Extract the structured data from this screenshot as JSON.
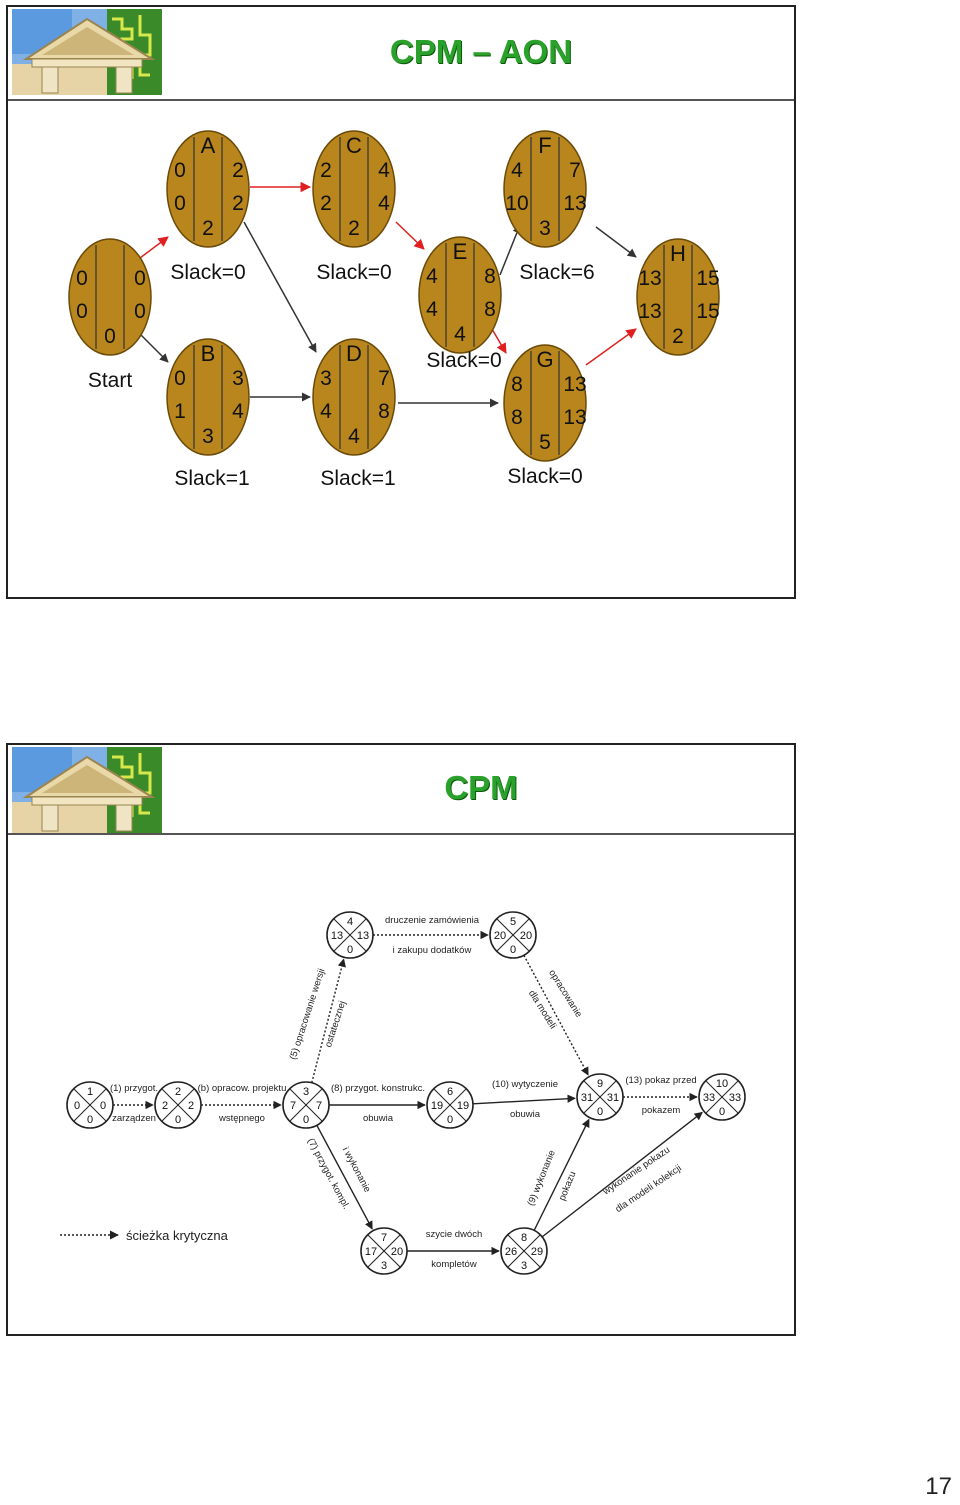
{
  "slide1": {
    "title": "CPM – AON",
    "start": {
      "tl": "0",
      "tr": "0",
      "ml": "0",
      "mr": "0",
      "b": "0",
      "label": "Start"
    },
    "nodes": {
      "A": {
        "name": "A",
        "tl": "0",
        "tr": "2",
        "ml": "0",
        "mr": "2",
        "b": "2",
        "slack": "Slack=0"
      },
      "B": {
        "name": "B",
        "tl": "0",
        "tr": "3",
        "ml": "1",
        "mr": "4",
        "b": "3",
        "slack": "Slack=1"
      },
      "C": {
        "name": "C",
        "tl": "2",
        "tr": "4",
        "ml": "2",
        "mr": "4",
        "b": "2",
        "slack": "Slack=0"
      },
      "D": {
        "name": "D",
        "tl": "3",
        "tr": "7",
        "ml": "4",
        "mr": "8",
        "b": "4",
        "slack": "Slack=1"
      },
      "E": {
        "name": "E",
        "tl": "4",
        "tr": "8",
        "ml": "4",
        "mr": "8",
        "b": "4",
        "slack": "Slack=0"
      },
      "F": {
        "name": "F",
        "tl": "4",
        "tr": "7",
        "ml": "10",
        "mr": "13",
        "b": "3",
        "slack": "Slack=6"
      },
      "G": {
        "name": "G",
        "tl": "8",
        "tr": "13",
        "ml": "8",
        "mr": "13",
        "b": "5",
        "slack": "Slack=0"
      },
      "H": {
        "name": "H",
        "tl": "13",
        "tr": "15",
        "ml": "13",
        "mr": "15",
        "b": "2",
        "slack": ""
      }
    }
  },
  "slide2": {
    "title": "CPM",
    "legend": "ścieżka krytyczna",
    "events": {
      "n1": {
        "num": "1",
        "l": "0",
        "r": "0",
        "b": "0"
      },
      "n2": {
        "num": "2",
        "l": "2",
        "r": "2",
        "b": "0"
      },
      "n3": {
        "num": "3",
        "l": "7",
        "r": "7",
        "b": "0"
      },
      "n4": {
        "num": "4",
        "l": "13",
        "r": "13",
        "b": "0"
      },
      "n5": {
        "num": "5",
        "l": "20",
        "r": "20",
        "b": "0"
      },
      "n6": {
        "num": "6",
        "l": "19",
        "r": "19",
        "b": "0"
      },
      "n7": {
        "num": "7",
        "l": "17",
        "r": "20",
        "b": "3"
      },
      "n8": {
        "num": "8",
        "l": "26",
        "r": "29",
        "b": "3"
      },
      "n9": {
        "num": "9",
        "l": "31",
        "r": "31",
        "b": "0"
      },
      "n10": {
        "num": "10",
        "l": "33",
        "r": "33",
        "b": "0"
      }
    },
    "labels": {
      "a12_top": "(1) przygot.",
      "a12_bot": "zarządzen",
      "a23_top": "(b) opracow. projektu",
      "a23_bot": "wstępnego",
      "a34_top": "(5) opracowanie wersji",
      "a34_bot": "ostatecznej",
      "a45_top": "druczenie zamówienia",
      "a45_bot": "i zakupu dodatków",
      "a36_top": "(8) przygot. konstrukc.",
      "a36_bot": "obuwia",
      "a69_top": "(10) wytyczenie",
      "a69_bot": "obuwia",
      "a59_top": "opracowanie",
      "a59_bot": "dla modeli",
      "a910_top": "(13) pokaz przed",
      "a910_bot": "pokazem",
      "a37_top": "(7) przygot. kompl.",
      "a37_bot": "i wykonanie",
      "a78_top": "szycie dwóch",
      "a78_bot": "kompletów",
      "a89_top": "(9) wykonanie",
      "a89_bot": "pokazu",
      "a810_top": "wykonanie pokazu",
      "a810_bot": "dla modeli kolekcji"
    }
  },
  "page": "17"
}
